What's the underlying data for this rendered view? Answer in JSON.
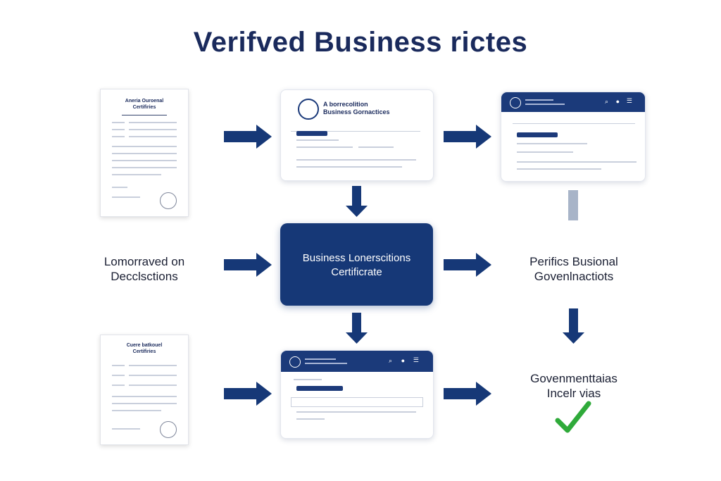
{
  "title": "Verifved Business rictes",
  "colors": {
    "navy": "#163877",
    "check": "#2faa3a"
  },
  "doc_top_left": {
    "title_line1": "Aneria Ouroenal",
    "title_line2": "Certifiries"
  },
  "doc_bottom_left": {
    "title_line1": "Cuere batkouel",
    "title_line2": "Certifiries"
  },
  "card_top_middle": {
    "title_line1": "A borrecolition",
    "title_line2": "Business Gornactices"
  },
  "left_label": {
    "line1": "Lomorraved on",
    "line2": "Decclsctions"
  },
  "center_box": {
    "line1": "Business Lonerscitions",
    "line2": "Certificrate"
  },
  "right_label": {
    "line1": "Perifics Busional",
    "line2": "Govenlnactiots"
  },
  "result_label": {
    "line1": "Govenmenttaias",
    "line2": "Incelr vias"
  },
  "icons": [
    "arrow-right-icon",
    "arrow-down-icon",
    "checkmark-icon",
    "seal-icon",
    "search-icon",
    "bell-icon"
  ]
}
